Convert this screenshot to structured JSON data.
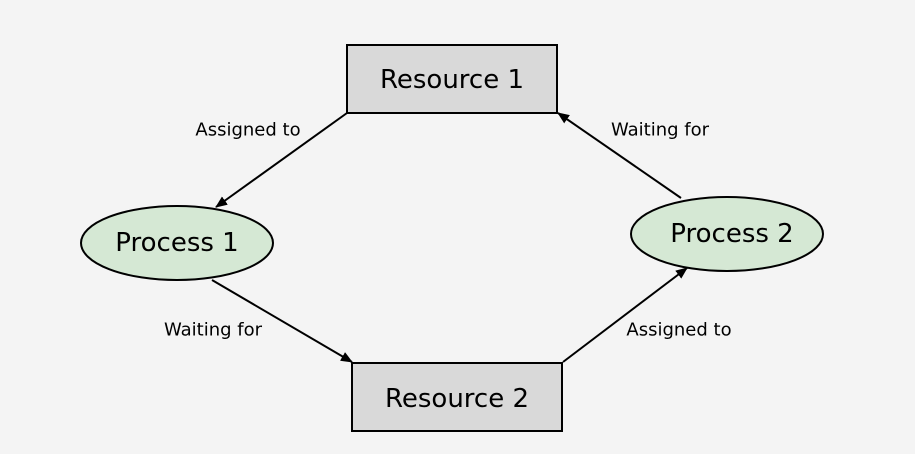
{
  "colors": {
    "background": "#f4f4f4",
    "resource_fill": "#d9d9d9",
    "process_fill": "#d5e8d4",
    "stroke": "#000000"
  },
  "nodes": {
    "resource1": "Resource 1",
    "resource2": "Resource 2",
    "process1": "Process 1",
    "process2": "Process 2"
  },
  "edges": {
    "r1_to_p1": "Assigned to",
    "p1_to_r2": "Waiting for",
    "r2_to_p2": "Assigned to",
    "p2_to_r1": "Waiting for"
  }
}
